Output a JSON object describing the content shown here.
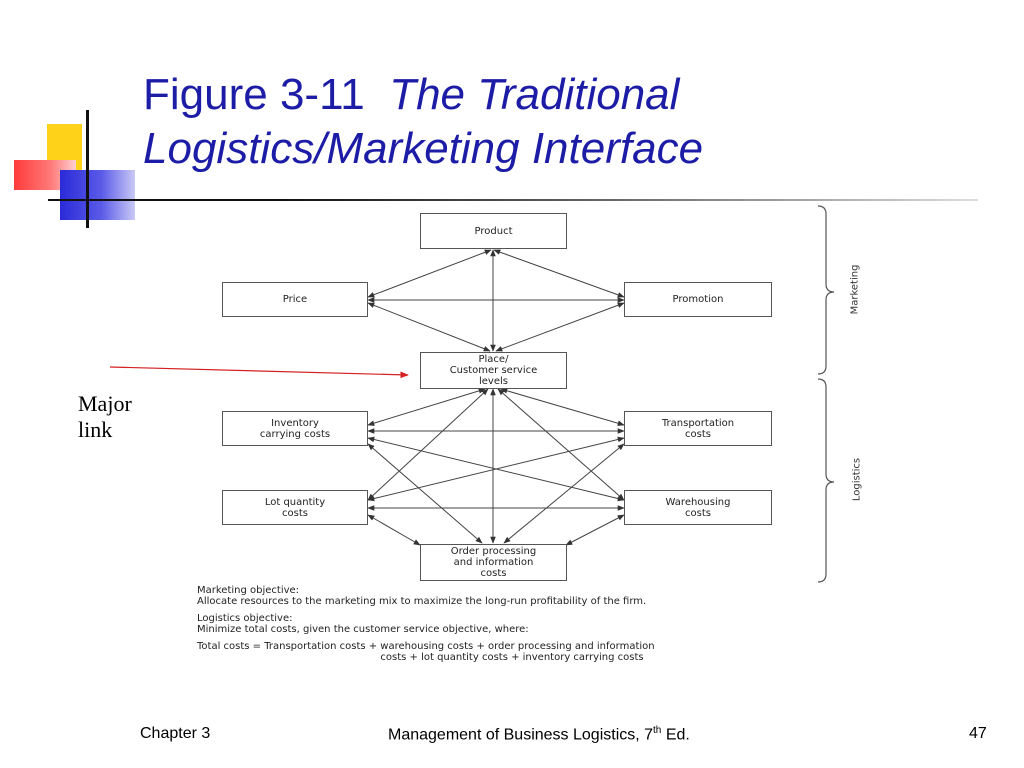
{
  "slide": {
    "title_prefix": "Figure 3-11",
    "title_line1": "The Traditional",
    "title_line2": "Logistics/Marketing Interface",
    "annotation": {
      "line1": "Major",
      "line2": "link"
    }
  },
  "diagram": {
    "nodes": {
      "product": "Product",
      "price": "Price",
      "promotion": "Promotion",
      "place": "Place/\nCustomer service\nlevels",
      "inventory": "Inventory\ncarrying costs",
      "transportation": "Transportation\ncosts",
      "lot": "Lot quantity\ncosts",
      "warehousing": "Warehousing\ncosts",
      "order": "Order processing\nand information\ncosts"
    },
    "brackets": {
      "marketing": "Marketing",
      "logistics": "Logistics"
    }
  },
  "notes": {
    "marketing_heading": "Marketing objective:",
    "marketing_text": "Allocate resources to the marketing mix to maximize the long-run profitability of the firm.",
    "logistics_heading": "Logistics objective:",
    "logistics_text": "Minimize total costs, given the customer service objective, where:",
    "total_line1": "Total costs = Transportation costs + warehousing costs + order processing and information",
    "total_line2": "costs + lot quantity costs + inventory carrying costs"
  },
  "footer": {
    "left": "Chapter 3",
    "center_main": "Management of Business Logistics, 7",
    "center_sup": "th",
    "center_end": " Ed.",
    "page": "47"
  }
}
